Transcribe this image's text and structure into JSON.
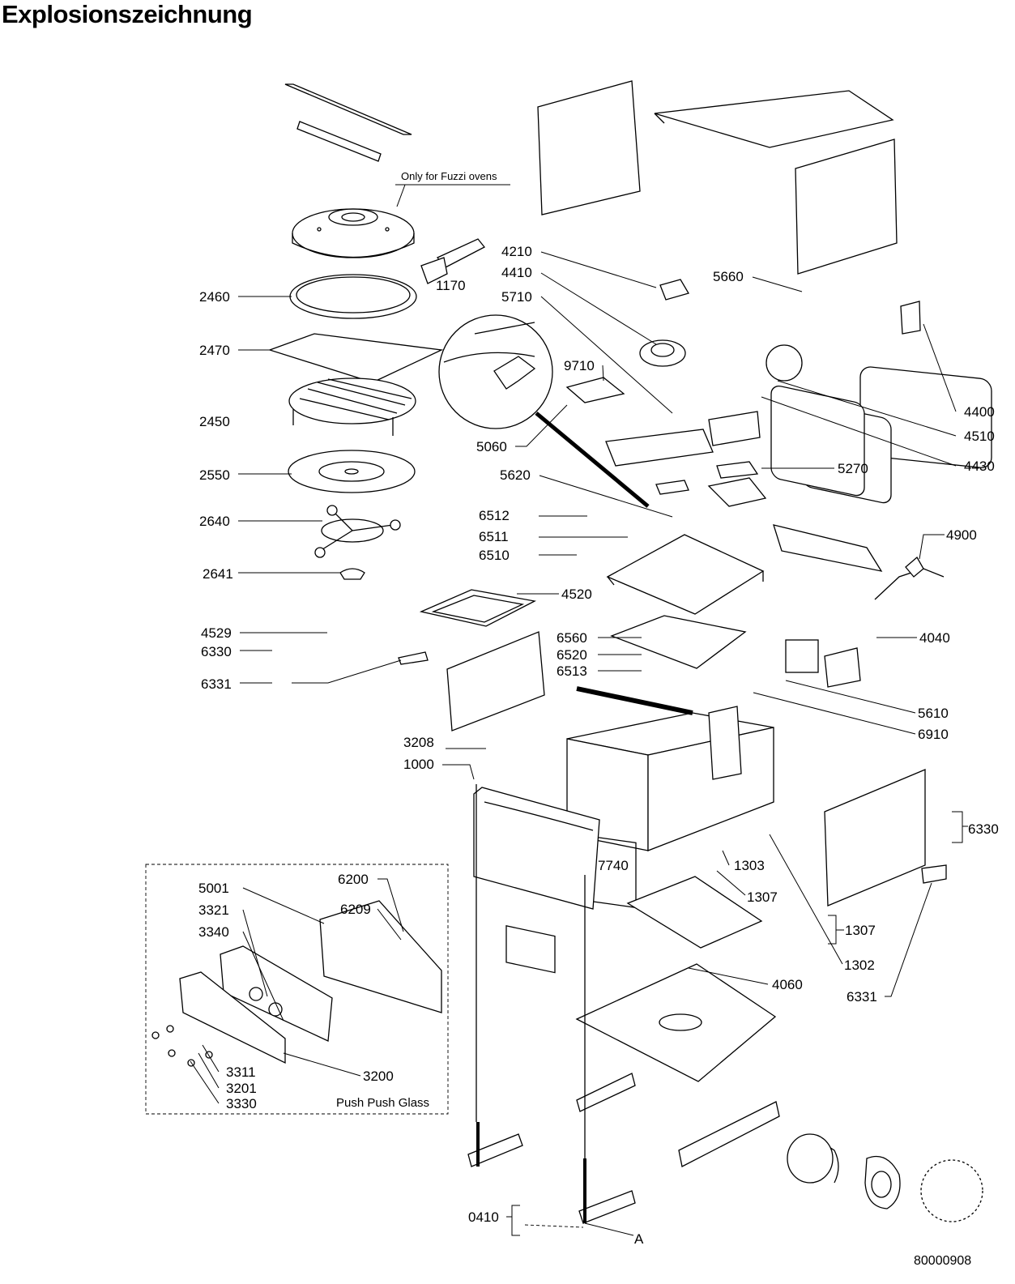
{
  "header": {
    "title": "Explosionszeichnung"
  },
  "footer": {
    "drawing_number": "80000908"
  },
  "notes": {
    "fuzzi": "Only for Fuzzi ovens",
    "push_glass": "Push Push Glass",
    "view_a": "A"
  },
  "labels": [
    {
      "id": "2460",
      "text": "2460"
    },
    {
      "id": "2470",
      "text": "2470"
    },
    {
      "id": "2450",
      "text": "2450"
    },
    {
      "id": "2550",
      "text": "2550"
    },
    {
      "id": "2640",
      "text": "2640"
    },
    {
      "id": "2641",
      "text": "2641"
    },
    {
      "id": "1170",
      "text": "1170"
    },
    {
      "id": "4529",
      "text": "4529"
    },
    {
      "id": "6330a",
      "text": "6330"
    },
    {
      "id": "6331a",
      "text": "6331"
    },
    {
      "id": "4520",
      "text": "4520"
    },
    {
      "id": "3208",
      "text": "3208"
    },
    {
      "id": "1000",
      "text": "1000"
    },
    {
      "id": "7740",
      "text": "7740"
    },
    {
      "id": "4210",
      "text": "4210"
    },
    {
      "id": "4410",
      "text": "4410"
    },
    {
      "id": "5710",
      "text": "5710"
    },
    {
      "id": "9710",
      "text": "9710"
    },
    {
      "id": "5060",
      "text": "5060"
    },
    {
      "id": "5620",
      "text": "5620"
    },
    {
      "id": "6512",
      "text": "6512"
    },
    {
      "id": "6511",
      "text": "6511"
    },
    {
      "id": "6510",
      "text": "6510"
    },
    {
      "id": "6560",
      "text": "6560"
    },
    {
      "id": "6520",
      "text": "6520"
    },
    {
      "id": "6513",
      "text": "6513"
    },
    {
      "id": "5660",
      "text": "5660"
    },
    {
      "id": "4400",
      "text": "4400"
    },
    {
      "id": "4510",
      "text": "4510"
    },
    {
      "id": "4430",
      "text": "4430"
    },
    {
      "id": "5270",
      "text": "5270"
    },
    {
      "id": "4900",
      "text": "4900"
    },
    {
      "id": "4040",
      "text": "4040"
    },
    {
      "id": "5610",
      "text": "5610"
    },
    {
      "id": "6910",
      "text": "6910"
    },
    {
      "id": "6330b",
      "text": "6330"
    },
    {
      "id": "1303",
      "text": "1303"
    },
    {
      "id": "1307a",
      "text": "1307"
    },
    {
      "id": "1307b",
      "text": "1307"
    },
    {
      "id": "1302",
      "text": "1302"
    },
    {
      "id": "4060",
      "text": "4060"
    },
    {
      "id": "6331b",
      "text": "6331"
    },
    {
      "id": "5001",
      "text": "5001"
    },
    {
      "id": "3321",
      "text": "3321"
    },
    {
      "id": "3340",
      "text": "3340"
    },
    {
      "id": "6200",
      "text": "6200"
    },
    {
      "id": "6209",
      "text": "6209"
    },
    {
      "id": "3200",
      "text": "3200"
    },
    {
      "id": "3311",
      "text": "3311"
    },
    {
      "id": "3201",
      "text": "3201"
    },
    {
      "id": "3330",
      "text": "3330"
    },
    {
      "id": "0410",
      "text": "0410"
    }
  ]
}
